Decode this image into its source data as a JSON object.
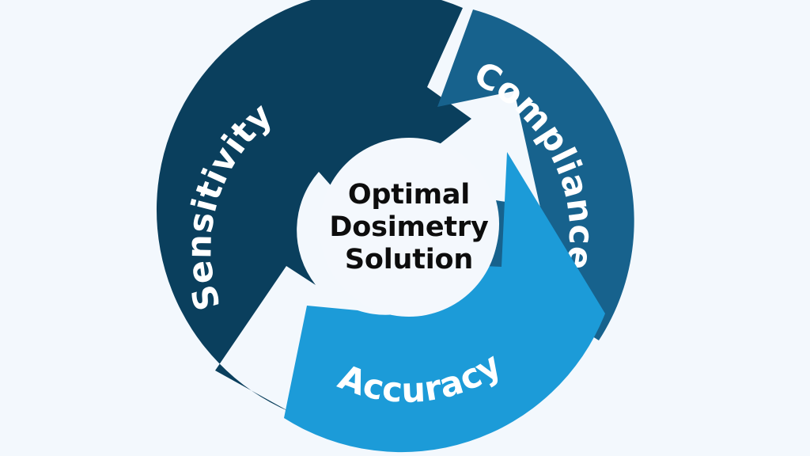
{
  "diagram": {
    "type": "cycle",
    "title": "Optimal Dosimetry Solution",
    "background_color": "#f3f8fd",
    "center": {
      "fill": "#f4f8fd",
      "text_color": "#0d0d0d",
      "lines": [
        "Optimal",
        "Dosimetry",
        "Solution"
      ]
    },
    "segments": [
      {
        "id": "sensitivity",
        "label": "Sensitivity",
        "color": "#0a3f5d",
        "text_color": "#ffffff",
        "position": "left"
      },
      {
        "id": "compliance",
        "label": "Compliance",
        "color": "#17628d",
        "text_color": "#ffffff",
        "position": "right"
      },
      {
        "id": "accuracy",
        "label": "Accuracy",
        "color": "#1c9bd8",
        "text_color": "#ffffff",
        "position": "bottom"
      }
    ]
  }
}
